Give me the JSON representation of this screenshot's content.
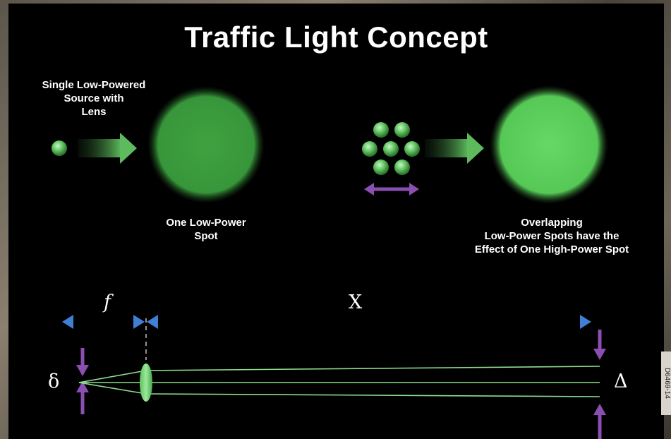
{
  "title": "Traffic Light Concept",
  "labels": {
    "single_source": "Single Low-Powered\nSource with\nLens",
    "one_spot": "One Low-Power\nSpot",
    "overlapping": "Overlapping\nLow-Power Spots have the\nEffect of One High-Power Spot"
  },
  "symbols": {
    "focal_length": "f",
    "distance": "X",
    "source_size": "δ",
    "spot_size": "Δ"
  },
  "side_code": "D6469-14",
  "colors": {
    "background": "#000000",
    "spot_green": "#3a9a3a",
    "bright_green": "#5fd45f",
    "arrow_blue": "#3f7fd6",
    "arrow_purple": "#8a4fb0",
    "ray_green": "#8ee08e"
  },
  "icons": {
    "small_source": "green-dot-icon",
    "arrow": "green-arrow-icon",
    "led_cluster": "led-cluster-icon",
    "double_arrow": "purple-double-arrow-icon"
  }
}
